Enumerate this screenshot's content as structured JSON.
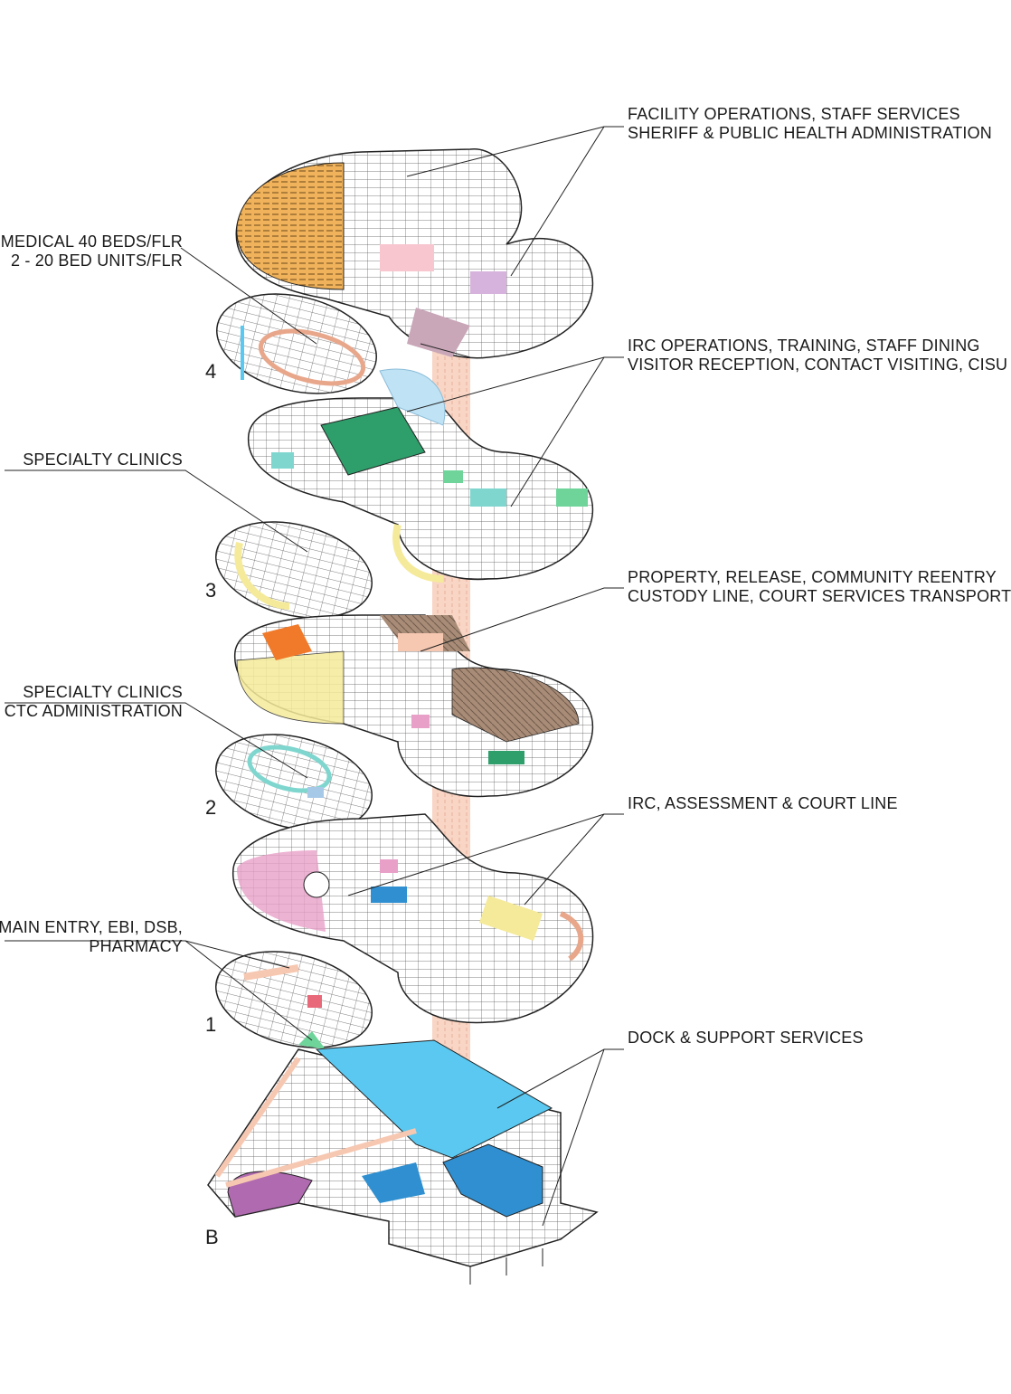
{
  "levels": [
    "4",
    "3",
    "2",
    "1",
    "B"
  ],
  "callouts_left": [
    {
      "lines": [
        "MEDICAL 40 BEDS/FLR",
        "2 - 20 BED UNITS/FLR"
      ]
    },
    {
      "lines": [
        "SPECIALTY CLINICS"
      ]
    },
    {
      "lines": [
        "SPECIALTY CLINICS",
        "CTC ADMINISTRATION"
      ]
    },
    {
      "lines": [
        "MAIN ENTRY, EBI, DSB,",
        "PHARMACY"
      ]
    }
  ],
  "callouts_right": [
    {
      "lines": [
        "FACILITY OPERATIONS, STAFF SERVICES",
        "SHERIFF &  PUBLIC HEALTH ADMINISTRATION"
      ]
    },
    {
      "lines": [
        "IRC OPERATIONS, TRAINING, STAFF DINING",
        "VISITOR RECEPTION, CONTACT VISITING, CISU"
      ]
    },
    {
      "lines": [
        "PROPERTY, RELEASE, COMMUNITY REENTRY",
        "CUSTODY LINE, COURT SERVICES TRANSPORT"
      ]
    },
    {
      "lines": [
        "IRC, ASSESSMENT & COURT LINE"
      ]
    },
    {
      "lines": [
        "DOCK & SUPPORT SERVICES"
      ]
    }
  ],
  "colors": {
    "medical_orange": "#f0b25a",
    "sport_green": "#2e9e6a",
    "teal": "#7fd6cf",
    "brown": "#a88c78",
    "salmon_core": "#f6c7b1",
    "pink": "#e8a0c8",
    "dock_blue": "#5ac8f0",
    "deep_blue": "#2f8fd0",
    "purple": "#b06ab0",
    "yellow": "#f5ea9a",
    "line": "#222222"
  }
}
